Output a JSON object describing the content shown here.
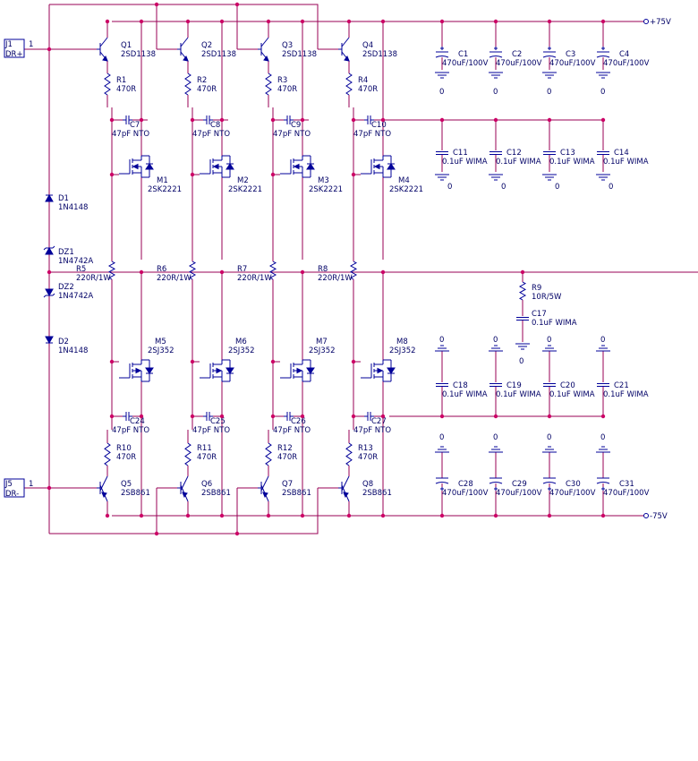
{
  "connectors": [
    {
      "ref": "J1",
      "name": "DR+",
      "pin": "1"
    },
    {
      "ref": "J5",
      "name": "DR-",
      "pin": "1"
    }
  ],
  "rails": [
    {
      "net": "+75V"
    },
    {
      "net": "-75V"
    }
  ],
  "npn": [
    {
      "ref": "Q1",
      "value": "2SD1138"
    },
    {
      "ref": "Q2",
      "value": "2SD1138"
    },
    {
      "ref": "Q3",
      "value": "2SD1138"
    },
    {
      "ref": "Q4",
      "value": "2SD1138"
    }
  ],
  "pnp": [
    {
      "ref": "Q5",
      "value": "2SB861"
    },
    {
      "ref": "Q6",
      "value": "2SB861"
    },
    {
      "ref": "Q7",
      "value": "2SB861"
    },
    {
      "ref": "Q8",
      "value": "2SB861"
    }
  ],
  "top_res": [
    {
      "ref": "R1",
      "value": "470R"
    },
    {
      "ref": "R2",
      "value": "470R"
    },
    {
      "ref": "R3",
      "value": "470R"
    },
    {
      "ref": "R4",
      "value": "470R"
    }
  ],
  "bot_res": [
    {
      "ref": "R10",
      "value": "470R"
    },
    {
      "ref": "R11",
      "value": "470R"
    },
    {
      "ref": "R12",
      "value": "470R"
    },
    {
      "ref": "R13",
      "value": "470R"
    }
  ],
  "top_caps": [
    {
      "ref": "C7",
      "value": "47pF NTO"
    },
    {
      "ref": "C8",
      "value": "47pF NTO"
    },
    {
      "ref": "C9",
      "value": "47pF NTO"
    },
    {
      "ref": "C10",
      "value": "47pF NTO"
    }
  ],
  "bot_caps": [
    {
      "ref": "C24",
      "value": "47pF NTO"
    },
    {
      "ref": "C25",
      "value": "47pF NTO"
    },
    {
      "ref": "C26",
      "value": "47pF NTO"
    },
    {
      "ref": "C27",
      "value": "47pF NTO"
    }
  ],
  "nmos": [
    {
      "ref": "M1",
      "value": "2SK2221"
    },
    {
      "ref": "M2",
      "value": "2SK2221"
    },
    {
      "ref": "M3",
      "value": "2SK2221"
    },
    {
      "ref": "M4",
      "value": "2SK2221"
    }
  ],
  "pmos": [
    {
      "ref": "M5",
      "value": "2SJ352"
    },
    {
      "ref": "M6",
      "value": "2SJ352"
    },
    {
      "ref": "M7",
      "value": "2SJ352"
    },
    {
      "ref": "M8",
      "value": "2SJ352"
    }
  ],
  "source_res": [
    {
      "ref": "R5",
      "value": "220R/1W"
    },
    {
      "ref": "R6",
      "value": "220R/1W"
    },
    {
      "ref": "R7",
      "value": "220R/1W"
    },
    {
      "ref": "R8",
      "value": "220R/1W"
    }
  ],
  "bias_chain": [
    {
      "ref": "D1",
      "value": "1N4148"
    },
    {
      "ref": "DZ1",
      "value": "1N4742A"
    },
    {
      "ref": "DZ2",
      "value": "1N4742A"
    },
    {
      "ref": "D2",
      "value": "1N4148"
    }
  ],
  "zobel": {
    "resistor": {
      "ref": "R9",
      "value": "10R/5W"
    },
    "capacitor": {
      "ref": "C17",
      "value": "0.1uF WIMA"
    }
  },
  "ground_label": "0",
  "bank_pos_elec": [
    {
      "ref": "C1",
      "value": "470uF/100V"
    },
    {
      "ref": "C2",
      "value": "470uF/100V"
    },
    {
      "ref": "C3",
      "value": "470uF/100V"
    },
    {
      "ref": "C4",
      "value": "470uF/100V"
    }
  ],
  "bank_pos_film": [
    {
      "ref": "C11",
      "value": "0.1uF WIMA"
    },
    {
      "ref": "C12",
      "value": "0.1uF WIMA"
    },
    {
      "ref": "C13",
      "value": "0.1uF WIMA"
    },
    {
      "ref": "C14",
      "value": "0.1uF WIMA"
    }
  ],
  "bank_neg_film": [
    {
      "ref": "C18",
      "value": "0.1uF WIMA"
    },
    {
      "ref": "C19",
      "value": "0.1uF WIMA"
    },
    {
      "ref": "C20",
      "value": "0.1uF WIMA"
    },
    {
      "ref": "C21",
      "value": "0.1uF WIMA"
    }
  ],
  "bank_neg_elec": [
    {
      "ref": "C28",
      "value": "470uF/100V"
    },
    {
      "ref": "C29",
      "value": "470uF/100V"
    },
    {
      "ref": "C30",
      "value": "470uF/100V"
    },
    {
      "ref": "C31",
      "value": "470uF/100V"
    }
  ],
  "colors": {
    "wire": "#990055",
    "component": "#000099",
    "label": "#000066",
    "junction": "#cc0066"
  }
}
